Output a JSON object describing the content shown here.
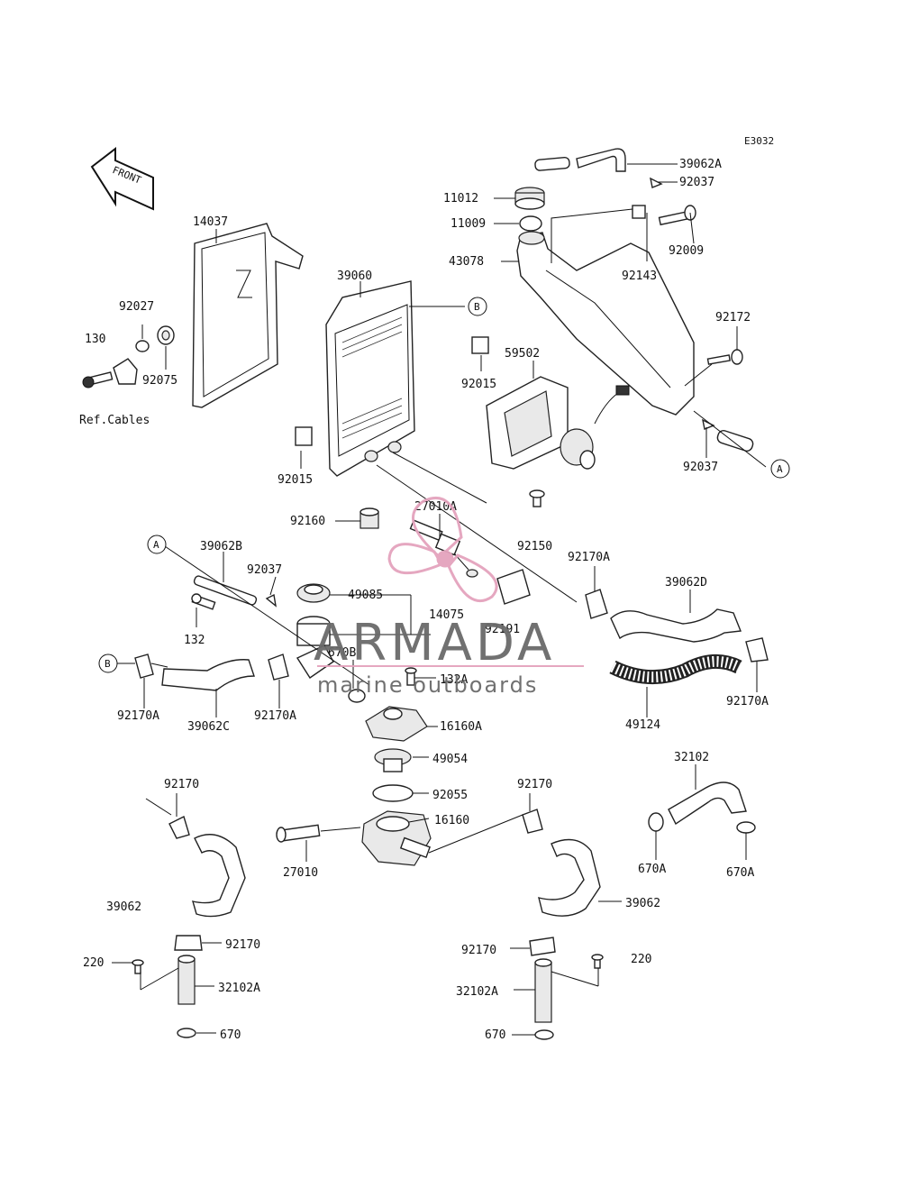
{
  "diagram_code": "E3032",
  "front_label": "FRONT",
  "parts": {
    "p39062A": "39062A",
    "p92037_top": "92037",
    "p11012": "11012",
    "p11009": "11009",
    "p92009": "92009",
    "p43078": "43078",
    "p92143": "92143",
    "p14037": "14037",
    "p39060": "39060",
    "p92027": "92027",
    "p130": "130",
    "p92075": "92075",
    "p_refcables": "Ref.Cables",
    "p92015_a": "92015",
    "p92015_b": "92015",
    "p59502": "59502",
    "p92172": "92172",
    "p92037_mid": "92037",
    "p92160": "92160",
    "p27010A": "27010A",
    "p92150": "92150",
    "p92170A_a": "92170A",
    "p39062D": "39062D",
    "p39062B": "39062B",
    "p92037_low": "92037",
    "p132": "132",
    "p49085": "49085",
    "p14075": "14075",
    "p92191": "92191",
    "p670B": "670B",
    "p132A": "132A",
    "p16160A": "16160A",
    "p92170A_b": "92170A",
    "p39062C": "39062C",
    "p92170A_c": "92170A",
    "p49124": "49124",
    "p92170A_d": "92170A",
    "p49054": "49054",
    "p92055": "92055",
    "p16160": "16160",
    "p27010": "27010",
    "p32102": "32102",
    "p670A_a": "670A",
    "p670A_b": "670A",
    "p92170_a": "92170",
    "p92170_b": "92170",
    "p39062_a": "39062",
    "p39062_b": "39062",
    "p92170_c": "92170",
    "p92170_d": "92170",
    "p220_a": "220",
    "p220_b": "220",
    "p32102A_a": "32102A",
    "p32102A_b": "32102A",
    "p670_a": "670",
    "p670_b": "670"
  },
  "callouts": {
    "A1": "A",
    "A2": "A",
    "B1": "B",
    "B2": "B"
  },
  "watermark": {
    "brand": "ARMADA",
    "tagline": "marine outboards",
    "color": "#e4a3bd"
  }
}
